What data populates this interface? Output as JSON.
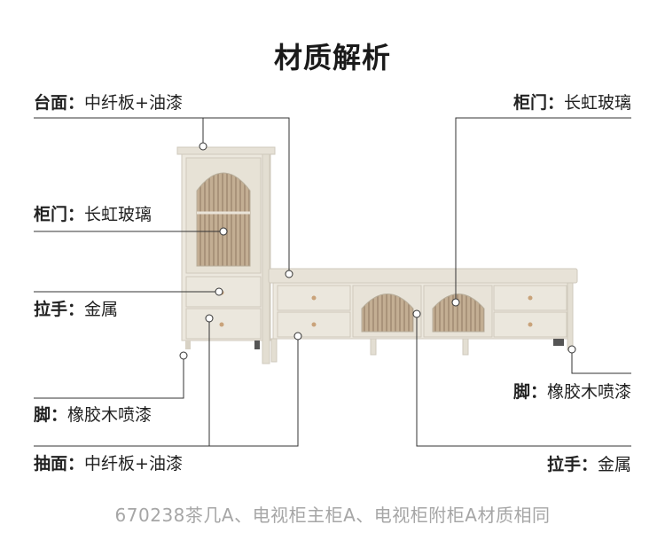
{
  "title": "材质解析",
  "callouts": {
    "tabletop": {
      "key": "台面",
      "sep": "：",
      "value": "中纤板+油漆"
    },
    "door_left": {
      "key": "柜门",
      "sep": "：",
      "value": "长虹玻璃"
    },
    "handle_left": {
      "key": "拉手",
      "sep": "：",
      "value": "金属"
    },
    "foot_left": {
      "key": "脚",
      "sep": "：",
      "value": "橡胶木喷漆"
    },
    "drawer_front": {
      "key": "抽面",
      "sep": "：",
      "value": "中纤板+油漆"
    },
    "door_right": {
      "key": "柜门",
      "sep": "：",
      "value": "长虹玻璃"
    },
    "foot_right": {
      "key": "脚",
      "sep": "：",
      "value": "橡胶木喷漆"
    },
    "handle_right": {
      "key": "拉手",
      "sep": "：",
      "value": "金属"
    }
  },
  "footnote": "670238茶几A、电视柜主柜A、电视柜附柜A材质相同",
  "colors": {
    "cabinet": "#ece8de",
    "cabinet_edge": "#cfc9bc",
    "glass": "#b9a58c",
    "line": "#333333",
    "handle": "#c9a37a"
  }
}
